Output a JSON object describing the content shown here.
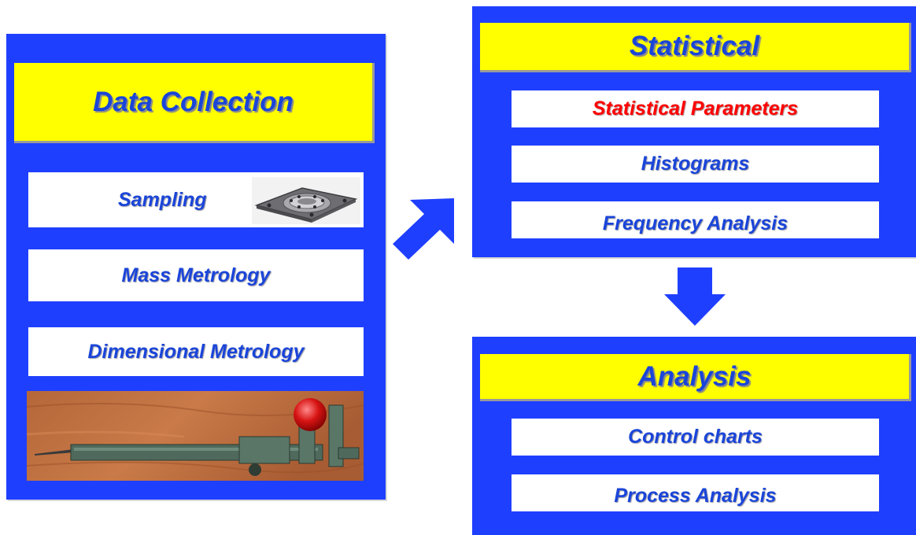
{
  "data_collection": {
    "title": "Data Collection",
    "items": [
      "Sampling",
      "Mass Metrology",
      "Dimensional Metrology"
    ],
    "images": {
      "part": "flange-plate-photo",
      "caliper": "caliper-with-ball-photo"
    }
  },
  "statistical": {
    "title": "Statistical",
    "items": [
      "Statistical Parameters",
      "Histograms",
      "Frequency Analysis"
    ],
    "highlighted_item": "Statistical Parameters"
  },
  "analysis": {
    "title": "Analysis",
    "items": [
      "Control charts",
      "Process Analysis"
    ]
  },
  "arrows": [
    "arrow-up-right-icon",
    "arrow-down-icon"
  ],
  "colors": {
    "panel": "#1f3fff",
    "title_fill": "#ffff00",
    "text": "#1a45d9",
    "highlight_text": "#ff0000"
  }
}
